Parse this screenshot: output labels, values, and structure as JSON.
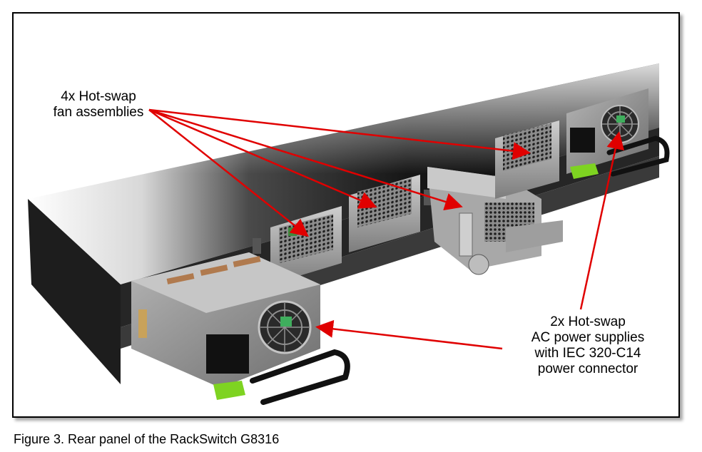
{
  "figure": {
    "callouts": {
      "fans": {
        "line1": "4x Hot-swap",
        "line2": "fan assemblies"
      },
      "power_supplies": {
        "line1": "2x Hot-swap",
        "line2": "AC power supplies",
        "line3": "with IEC 320-C14",
        "line4": "power connector"
      }
    },
    "colors": {
      "arrow": "#e00000",
      "chassis": "#1c1c1c",
      "metal": "#9a9a9a",
      "latch": "#7ed321"
    },
    "icons": [
      "fan-icon",
      "power-connector-icon",
      "handle-icon",
      "latch-icon"
    ]
  },
  "caption": "Figure 3. Rear panel of the RackSwitch G8316"
}
